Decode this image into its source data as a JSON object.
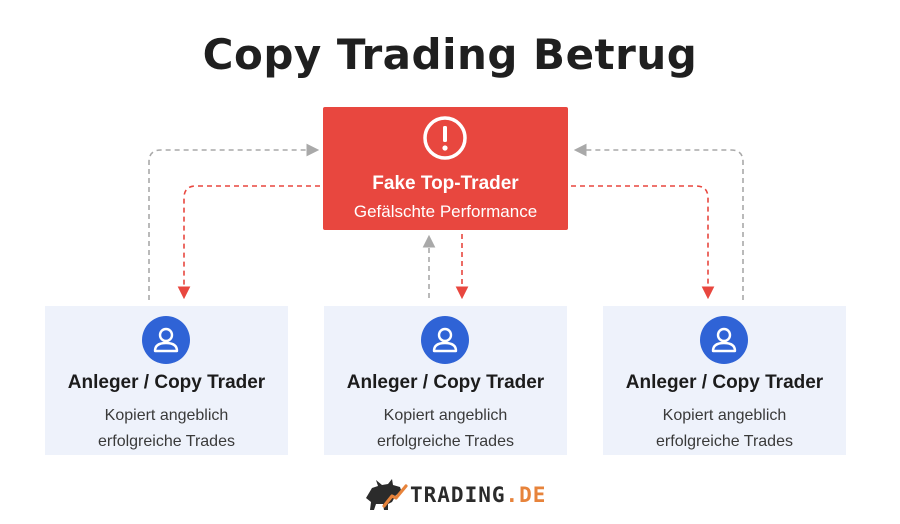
{
  "title": "Copy Trading Betrug",
  "fake_trader": {
    "title": "Fake Top-Trader",
    "subtitle": "Gefälschte Performance"
  },
  "investors": [
    {
      "title": "Anleger / Copy Trader",
      "line1": "Kopiert angeblich",
      "line2": "erfolgreiche Trades"
    },
    {
      "title": "Anleger / Copy Trader",
      "line1": "Kopiert angeblich",
      "line2": "erfolgreiche Trades"
    },
    {
      "title": "Anleger / Copy Trader",
      "line1": "Kopiert angeblich",
      "line2": "erfolgreiche Trades"
    }
  ],
  "logo": {
    "name": "TRADING",
    "tld": ".DE"
  },
  "colors": {
    "red": "#e8473f",
    "blue": "#2f63d6",
    "card_bg": "#eef2fb",
    "gray_dash": "#a9a9a9",
    "brand_orange": "#e7833b"
  },
  "icons": {
    "alert": "exclamation-circle-icon",
    "investor": "user-circle-icon",
    "logo": "bull-icon"
  }
}
